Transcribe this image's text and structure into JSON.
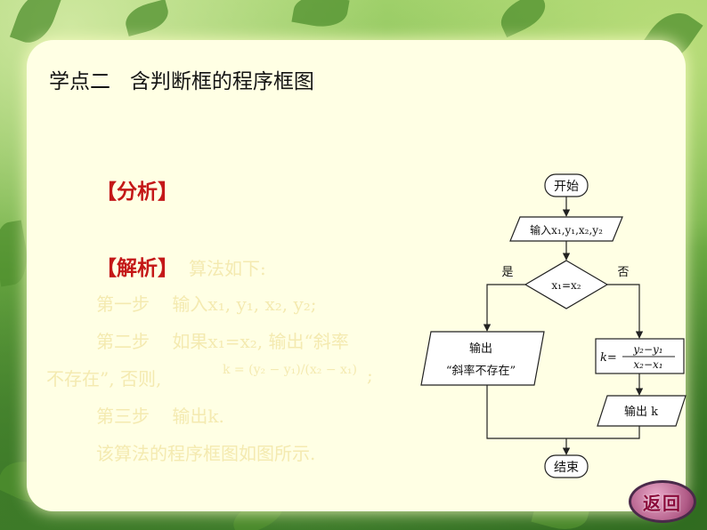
{
  "slide": {
    "title": "学点二   含判断框的程序框图",
    "analysis_label": "【分析】",
    "solution_label": "【解析】",
    "solution_intro": "算法如下:",
    "steps": [
      "第一步    输入x₁, y₁, x₂, y₂;",
      "第二步    如果x₁=x₂, 输出“斜率",
      "不存在”, 否则,",
      "第三步    输出k.",
      "该算法的程序框图如图所示."
    ],
    "formula": "k = (y₂ − y₁)/(x₂ − x₁)",
    "formula_semicolon": ";",
    "back_button": "返回"
  },
  "flowchart": {
    "start": "开始",
    "input": "输入x₁,y₁,x₂,y₂",
    "decision": "x₁=x₂",
    "yes": "是",
    "no": "否",
    "output_left_line1": "输出",
    "output_left_line2": "“斜率不存在”",
    "assign_k": "k=",
    "assign_numerator": "y₂−y₁",
    "assign_denominator": "x₂−x₁",
    "output_k": "输出 k",
    "end": "结束"
  }
}
